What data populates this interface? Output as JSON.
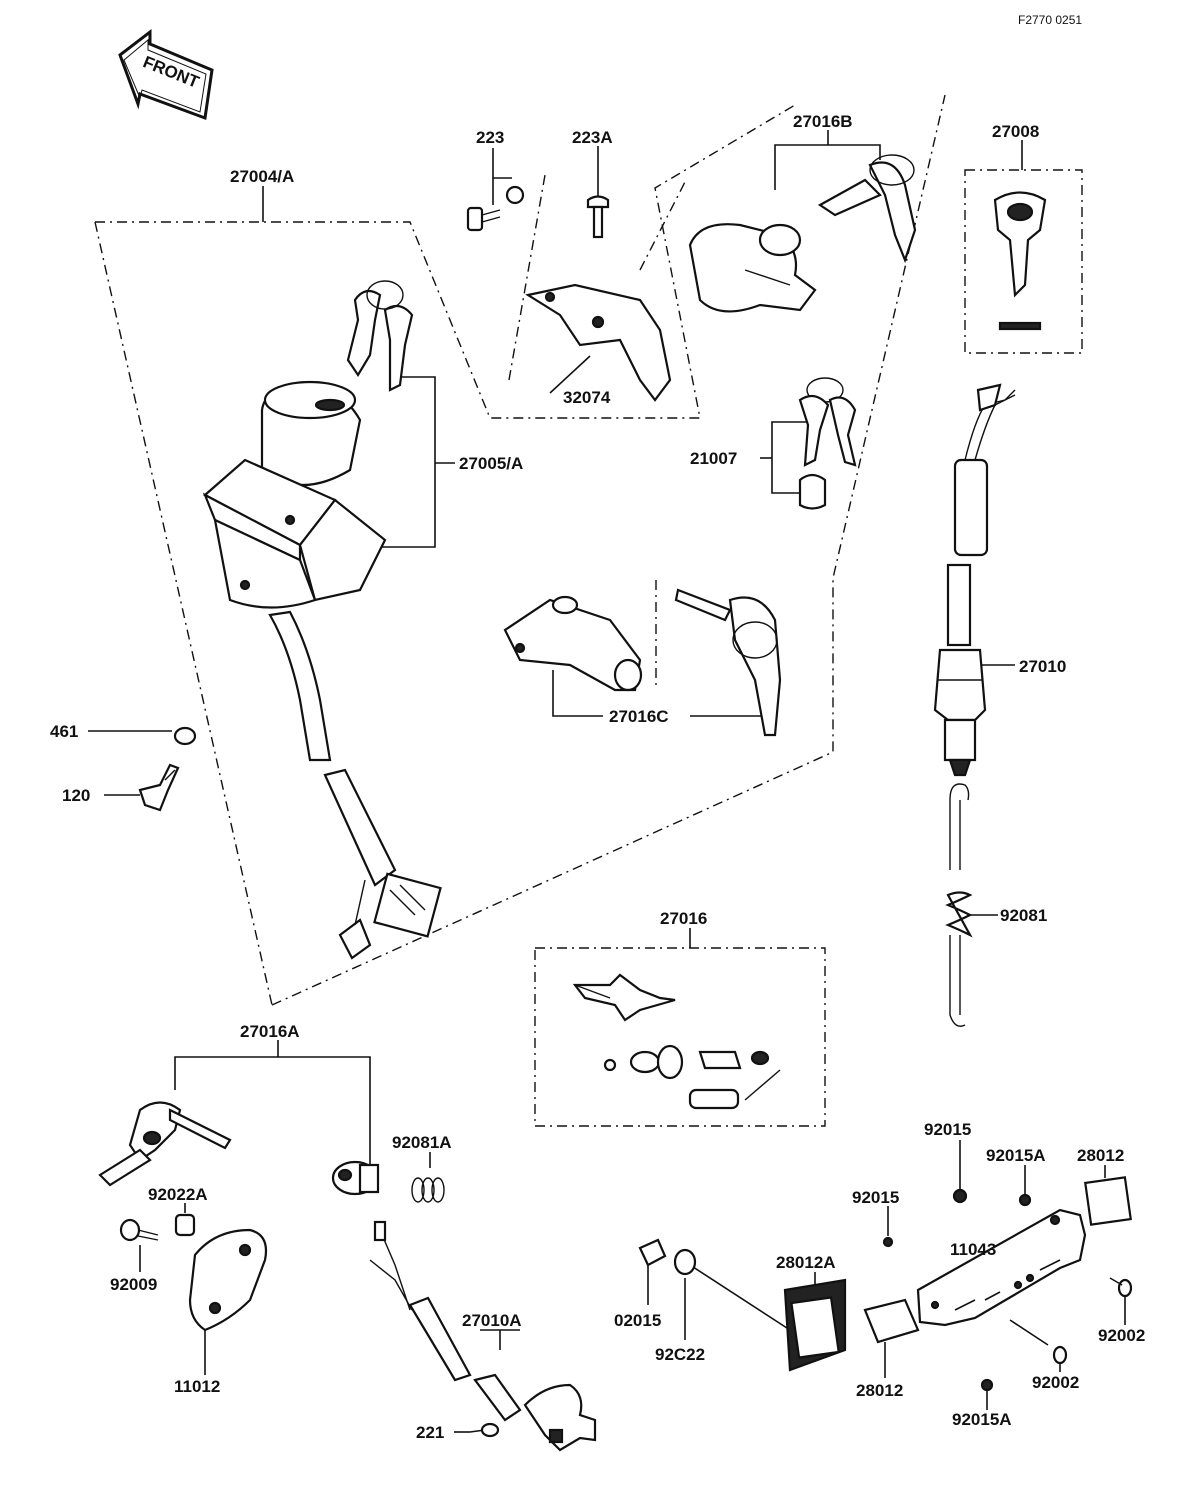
{
  "corner_code": "F2770 0251",
  "front_arrow": "FRONT",
  "labels": {
    "p27004A": "27004/A",
    "p223": "223",
    "p223A": "223A",
    "p27016B": "27016B",
    "p27008": "27008",
    "p32074": "32074",
    "p27005A": "27005/A",
    "p21007": "21007",
    "p27010": "27010",
    "p27016C": "27016C",
    "p461": "461",
    "p120": "120",
    "p92081": "92081",
    "p27016": "27016",
    "p27016A": "27016A",
    "p92081A": "92081A",
    "p92022A": "92022A",
    "p92009": "92009",
    "p11012": "11012",
    "p27010A": "27010A",
    "p221": "221",
    "p92015_a": "92015",
    "p92015A_a": "92015A",
    "p28012_a": "28012",
    "p92015_b": "92015",
    "p11043": "11043",
    "p28012A": "28012A",
    "p92002_a": "92002",
    "p02015": "02015",
    "p92C22": "92C22",
    "p28012_b": "28012",
    "p92002_b": "92002",
    "p92015A_b": "92015A"
  }
}
